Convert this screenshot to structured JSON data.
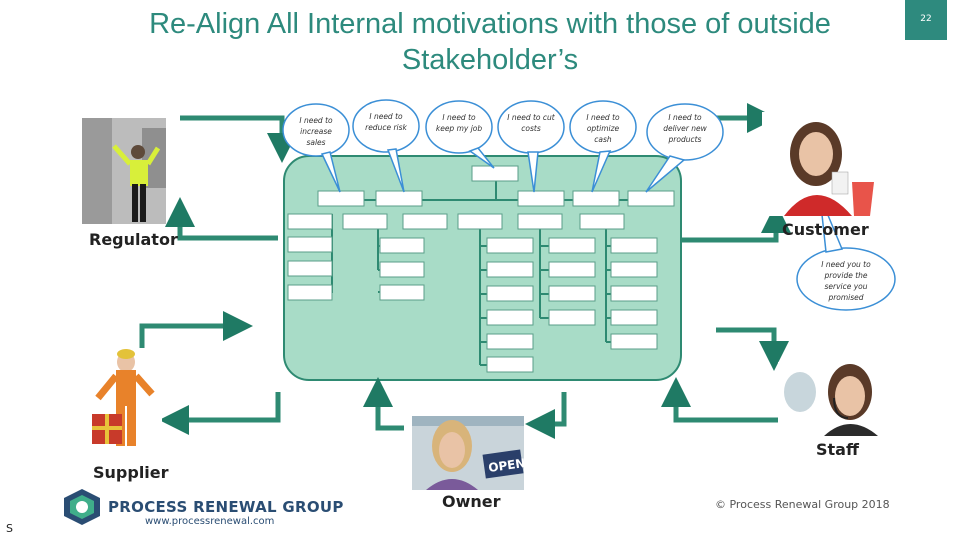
{
  "slide": {
    "title": "Re-Align All Internal motivations with those of outside Stakeholder’s",
    "page_number": "22",
    "footer_left": "S",
    "copyright": "© Process Renewal Group 2018"
  },
  "logo": {
    "name": "PROCESS RENEWAL GROUP",
    "url": "www.processrenewal.com"
  },
  "bubbles": [
    "I need to increase sales",
    "I need to reduce risk",
    "I need to keep my job",
    "I need to cut costs",
    "I need to optimize cash",
    "I need to deliver new products",
    "I need you to provide the service you promised"
  ],
  "stakeholders": {
    "regulator": "Regulator",
    "customer": "Customer",
    "staff": "Staff",
    "owner": "Owner",
    "supplier": "Supplier"
  },
  "colors": {
    "title": "#2d8a7d",
    "org_fill": "#a8dcc7",
    "arrow": "#2e8a72",
    "bubble_border": "#3b8fd6"
  }
}
